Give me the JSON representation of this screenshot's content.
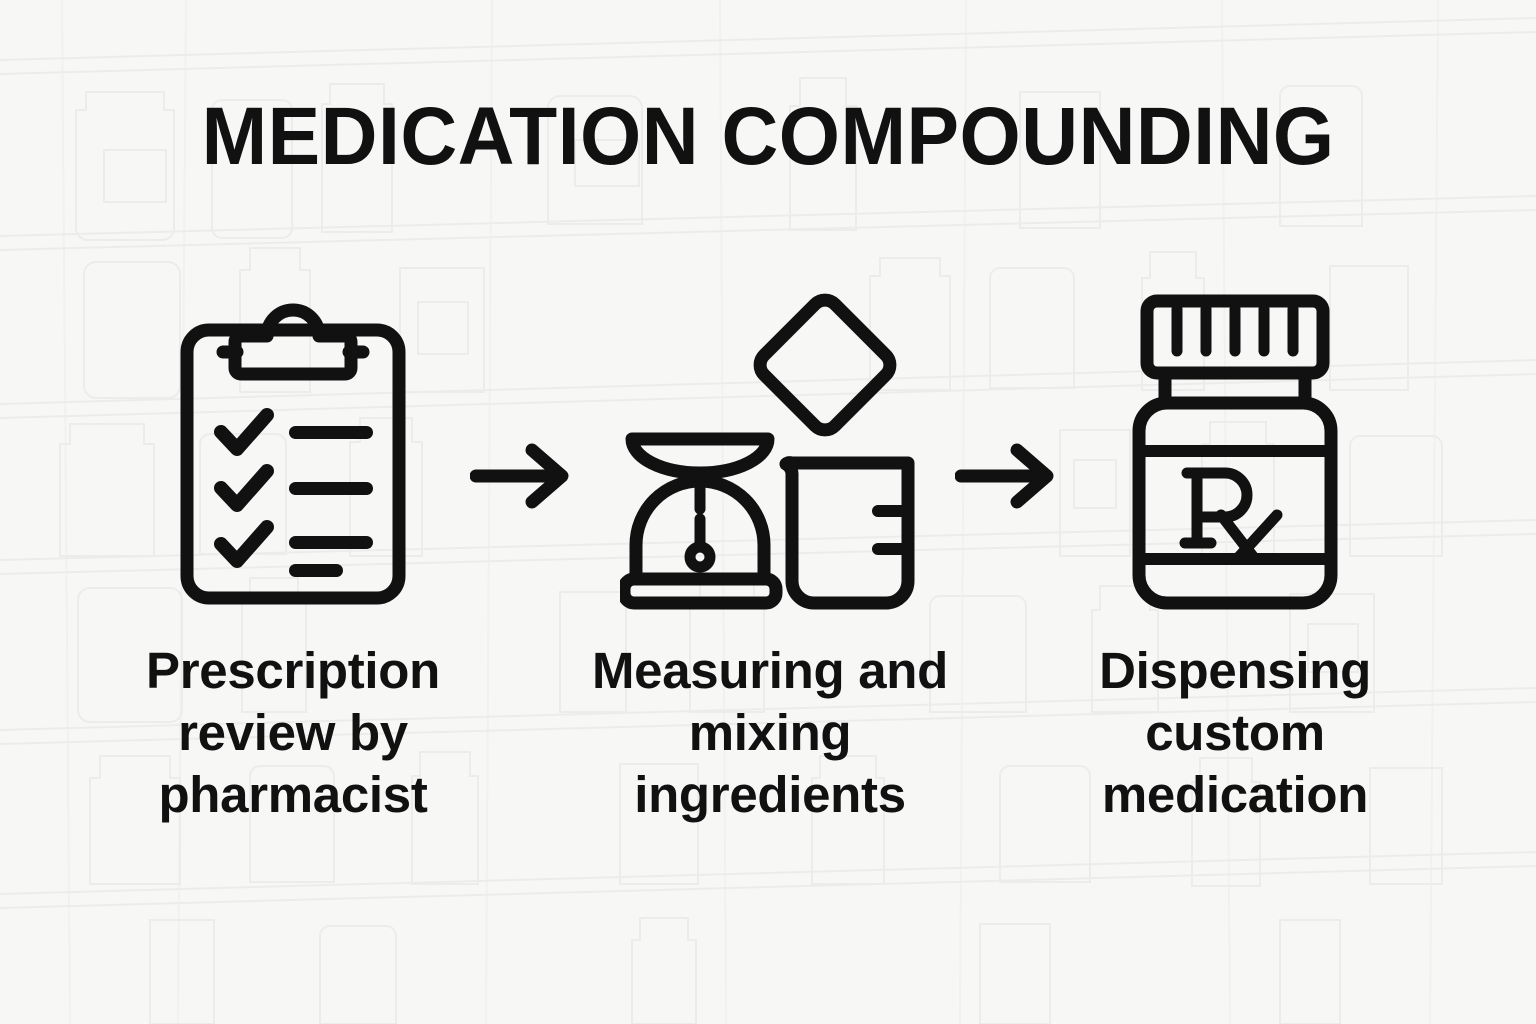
{
  "poster": {
    "title": "MEDICATION COMPOUNDING",
    "background_color": "#f7f7f6",
    "ink_color": "#111111",
    "watermark_color": "#ececea",
    "watermark_theme": "pharmacy-shelves-with-bottles"
  },
  "steps": [
    {
      "index": "1",
      "icon": "clipboard-checklist-icon",
      "caption": "Prescription\nreview by\npharmacist",
      "caption_lines": [
        "Prescription",
        "review by",
        "pharmacist"
      ],
      "checklist_items": 3
    },
    {
      "index": "2",
      "icon": "scale-beaker-powder-icon",
      "caption": "Measuring and\nmixing\ningredients",
      "caption_lines": [
        "Measuring and",
        "mixing",
        "ingredients"
      ],
      "sub_icons": [
        "kitchen-scale-icon",
        "rotated-square-icon",
        "beaker-icon"
      ]
    },
    {
      "index": "3",
      "icon": "pill-bottle-rx-icon",
      "caption": "Dispensing\ncustom\nmedication",
      "caption_lines": [
        "Dispensing",
        "custom",
        "medication"
      ],
      "label_symbol": "Rx"
    }
  ],
  "connectors": [
    {
      "name": "arrow-step1-to-step2",
      "glyph": "right-arrow-icon"
    },
    {
      "name": "arrow-step2-to-step3",
      "glyph": "right-arrow-icon"
    }
  ]
}
